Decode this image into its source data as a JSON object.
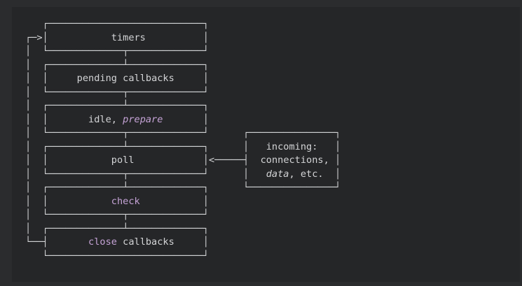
{
  "colors": {
    "page_background": "#2b2c2e",
    "code_block_background": "#252628",
    "text": "#d3d4d6",
    "keyword": "#c5a3d6"
  },
  "diagram": {
    "phases": [
      "timers",
      "pending callbacks",
      "idle, prepare",
      "poll",
      "check",
      "close callbacks"
    ],
    "side_box": [
      "incoming:",
      "connections,",
      "data, etc."
    ],
    "lines": [
      {
        "segments": [
          {
            "t": "   ┌───────────────────────────┐"
          }
        ]
      },
      {
        "segments": [
          {
            "t": "┌─>│           ",
            "name": "loop-entry-arrow"
          },
          {
            "t": "timers",
            "name": "label-timers"
          },
          {
            "t": "          │"
          }
        ]
      },
      {
        "segments": [
          {
            "t": "│  └─────────────┬─────────────┘"
          }
        ]
      },
      {
        "segments": [
          {
            "t": "│  ┌─────────────┴─────────────┐"
          }
        ]
      },
      {
        "segments": [
          {
            "t": "│  │     "
          },
          {
            "t": "pending callbacks",
            "name": "label-pending-callbacks"
          },
          {
            "t": "     │"
          }
        ]
      },
      {
        "segments": [
          {
            "t": "│  └─────────────┬─────────────┘"
          }
        ]
      },
      {
        "segments": [
          {
            "t": "│  ┌─────────────┴─────────────┐"
          }
        ]
      },
      {
        "segments": [
          {
            "t": "│  │       "
          },
          {
            "t": "idle, ",
            "name": "label-idle"
          },
          {
            "t": "prepare",
            "style": "kw it",
            "name": "label-prepare"
          },
          {
            "t": "       │"
          }
        ]
      },
      {
        "segments": [
          {
            "t": "│  └─────────────┬─────────────┘      ┌───────────────┐"
          }
        ]
      },
      {
        "segments": [
          {
            "t": "│  ┌─────────────┴─────────────┐      │   "
          },
          {
            "t": "incoming:",
            "name": "label-incoming"
          },
          {
            "t": "   │"
          }
        ]
      },
      {
        "segments": [
          {
            "t": "│  │           "
          },
          {
            "t": "poll",
            "name": "label-poll"
          },
          {
            "t": "            │<─────┤  ",
            "name": "incoming-arrow"
          },
          {
            "t": "connections,",
            "name": "label-connections"
          },
          {
            "t": " │"
          }
        ]
      },
      {
        "segments": [
          {
            "t": "│  └─────────────┬─────────────┘      │   "
          },
          {
            "t": "data",
            "style": "it",
            "name": "label-data"
          },
          {
            "t": ", etc.  │"
          }
        ]
      },
      {
        "segments": [
          {
            "t": "│  ┌─────────────┴─────────────┐      └───────────────┘"
          }
        ]
      },
      {
        "segments": [
          {
            "t": "│  │           "
          },
          {
            "t": "check",
            "style": "kw",
            "name": "label-check"
          },
          {
            "t": "           │"
          }
        ]
      },
      {
        "segments": [
          {
            "t": "│  └─────────────┬─────────────┘"
          }
        ]
      },
      {
        "segments": [
          {
            "t": "│  ┌─────────────┴─────────────┐"
          }
        ]
      },
      {
        "segments": [
          {
            "t": "└──┤       ",
            "name": "loop-return-arrow"
          },
          {
            "t": "close",
            "style": "kw",
            "name": "label-close"
          },
          {
            "t": " callbacks     │"
          }
        ]
      },
      {
        "segments": [
          {
            "t": "   └───────────────────────────┘"
          }
        ]
      }
    ]
  }
}
